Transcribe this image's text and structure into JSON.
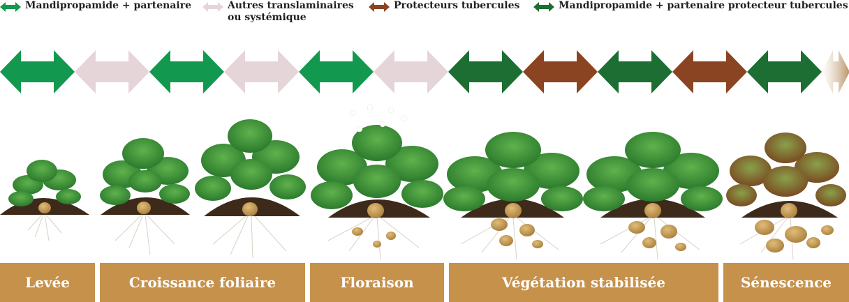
{
  "legend": {
    "items": [
      {
        "label": "Mandipropamide + partenaire",
        "color": "#12994f"
      },
      {
        "label": "Autres translaminaires",
        "label2": "ou systémique",
        "color": "#e6d5d8"
      },
      {
        "label": "Protecteurs tubercules",
        "color": "#8b4422"
      },
      {
        "label": "Mandipropamide + partenaire protecteur tubercules",
        "color": "#1c6e33"
      }
    ]
  },
  "arrows": [
    "#12994f",
    "#e6d5d8",
    "#12994f",
    "#e6d5d8",
    "#12994f",
    "#e6d5d8",
    "#1c6e33",
    "#8b4422",
    "#1c6e33",
    "#8b4422",
    "#1c6e33",
    "#d9c2a5"
  ],
  "stages": [
    {
      "label": "Levée"
    },
    {
      "label": "Croissance foliaire"
    },
    {
      "label": "Floraison"
    },
    {
      "label": "Végétation stabilisée"
    },
    {
      "label": "Sénescence"
    }
  ],
  "colors": {
    "stage_bar": "#c6914b",
    "soil": "#3d2a1a",
    "foliage": "#3f9a3a",
    "foliage_dark": "#2b7a2d",
    "tuber": "#c9a05a",
    "senescent": "#8a5a2a"
  }
}
